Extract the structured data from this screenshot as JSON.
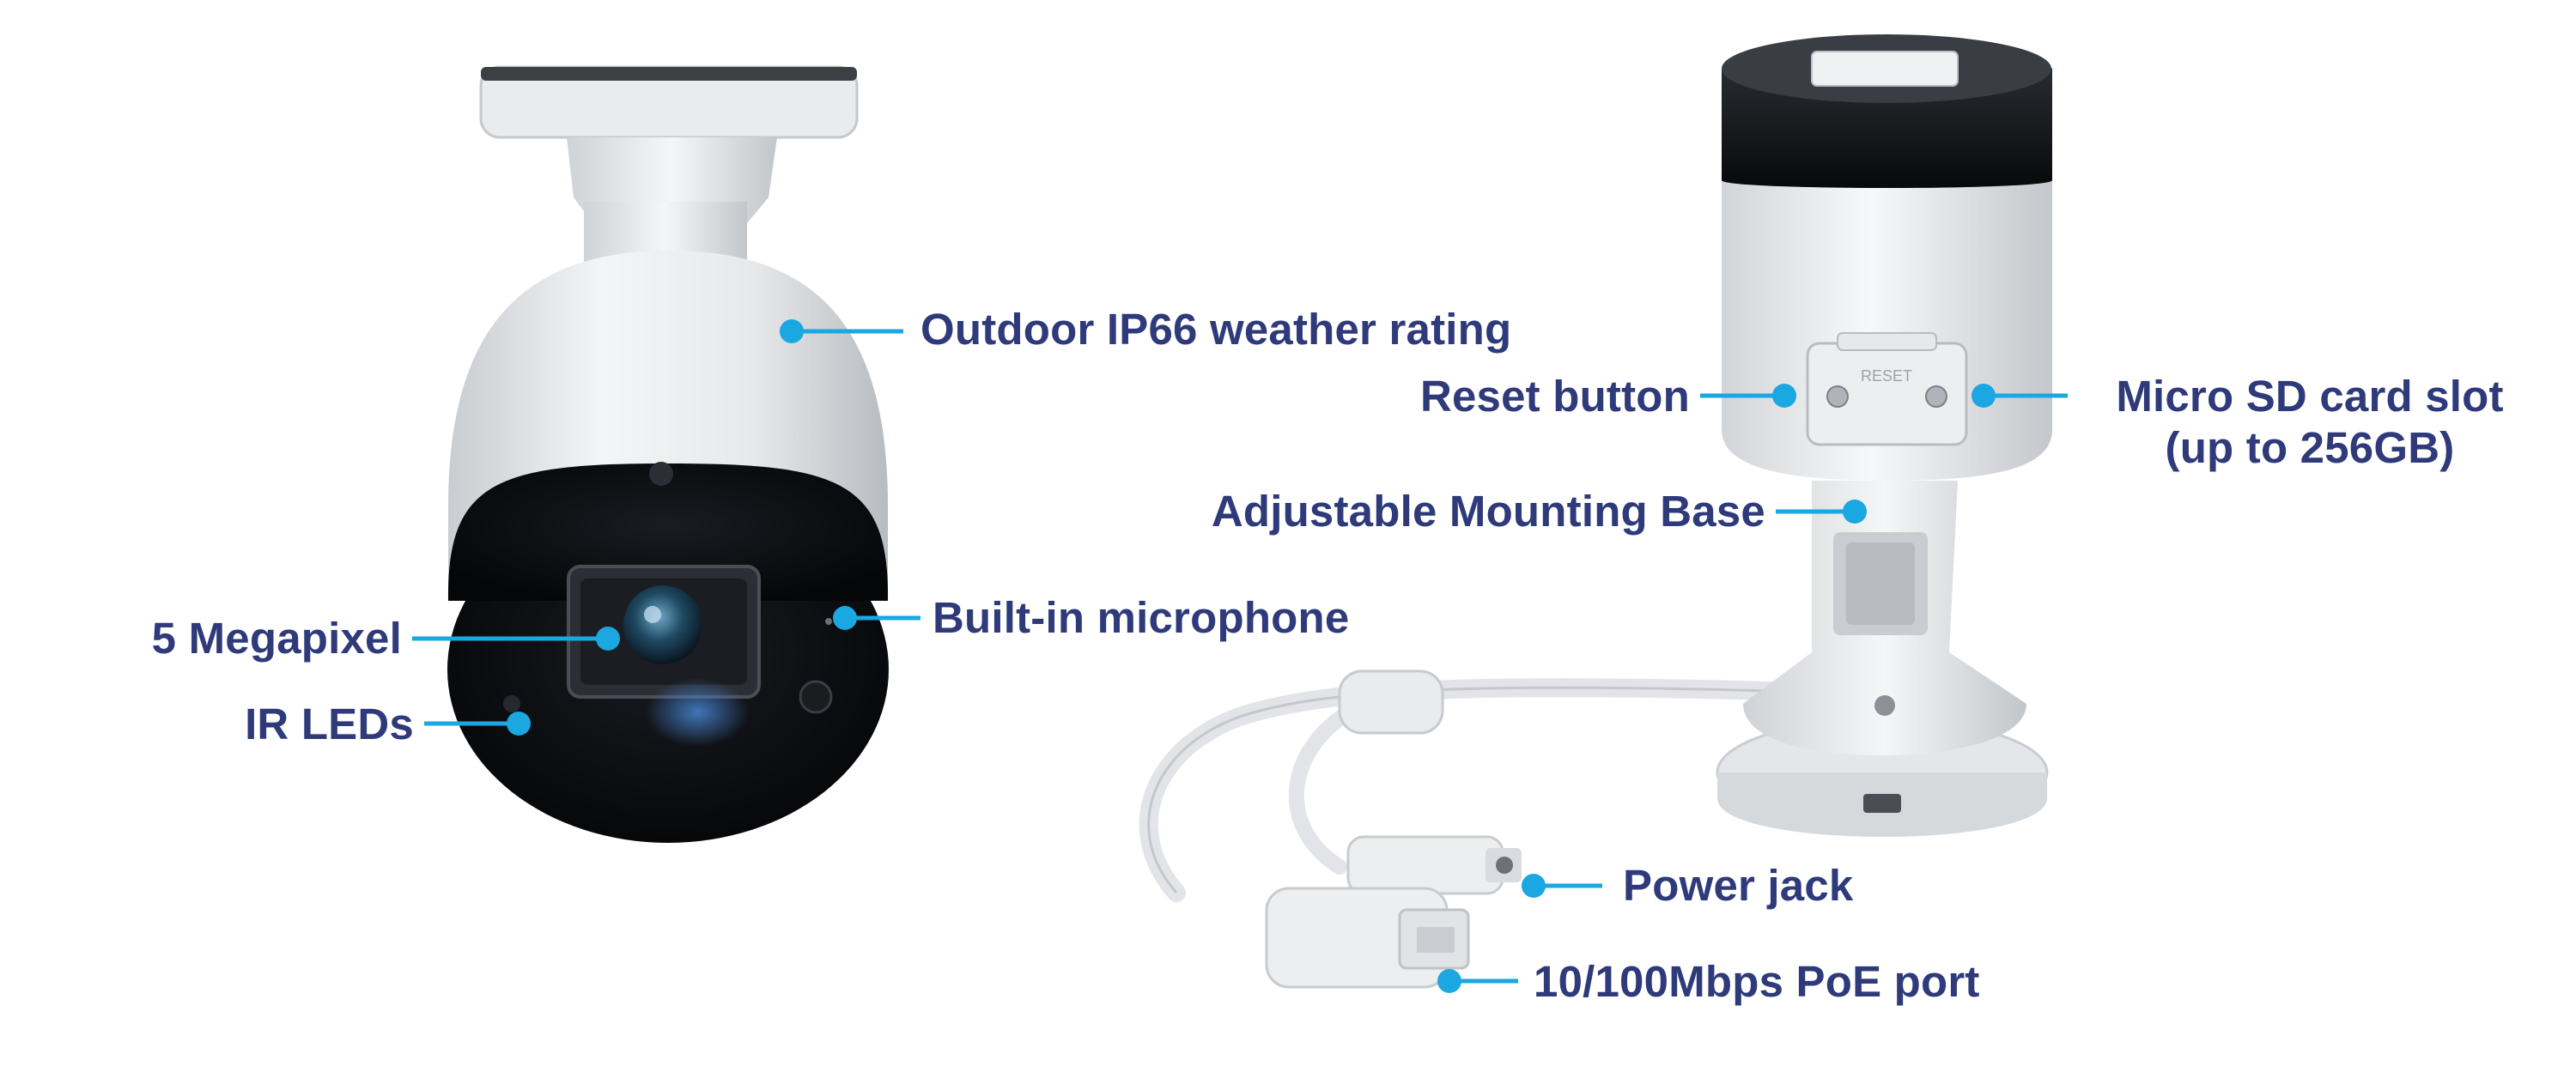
{
  "colors": {
    "accent": "#1ba7e1",
    "label_text": "#2e3a7a",
    "camera_body": "#eef0f2",
    "camera_front": "#0d0f12",
    "lens_glow": "#3a7fd0"
  },
  "device_marking": "RESET",
  "callouts": {
    "weather_rating": "Outdoor IP66 weather rating",
    "megapixel": "5 Megapixel",
    "ir_leds": "IR LEDs",
    "microphone": "Built-in microphone",
    "reset_button": "Reset button",
    "sd_card_line1": "Micro SD card slot",
    "sd_card_line2": "(up to 256GB)",
    "mounting_base": "Adjustable Mounting Base",
    "power_jack": "Power jack",
    "poe_port": "10/100Mbps PoE port"
  }
}
